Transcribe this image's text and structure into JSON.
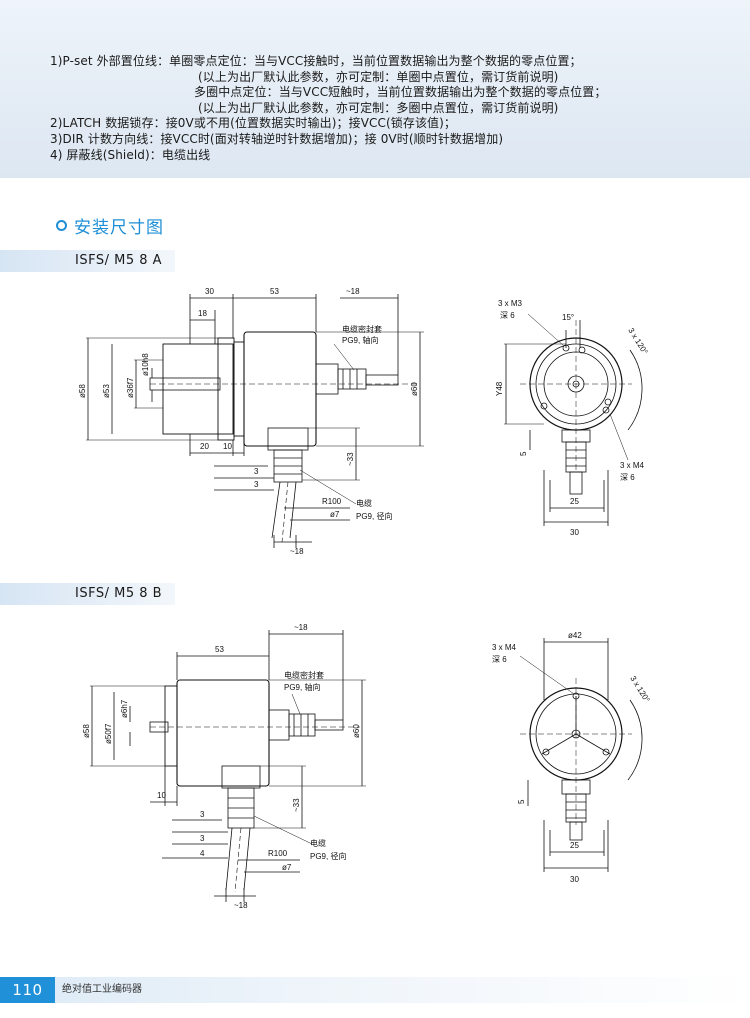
{
  "notes": [
    "1)P-set 外部置位线：单圈零点定位：当与VCC接触时，当前位置数据输出为整个数据的零点位置；",
    "(以上为出厂默认此参数，亦可定制：单圈中点置位，需订货前说明)",
    "多圈中点定位：当与VCC短触时，当前位置数据输出为整个数据的零点位置；",
    "(以上为出厂默认此参数，亦可定制：多圈中点置位，需订货前说明)",
    "2)LATCH 数据锁存：接0V或不用(位置数据实时输出)；接VCC(锁存该值)；",
    "3)DIR 计数方向线：接VCC时(面对转轴逆时针数据增加)；接 0V时(顺时针数据增加)",
    "4)   屏蔽线(Shield)：电缆出线"
  ],
  "section": {
    "title": "安装尺寸图"
  },
  "models": {
    "a": {
      "label": "ISFS/ M5 8 A",
      "side_view": {
        "dim_30": "30",
        "dim_53": "53",
        "dim_18_top": "~18",
        "dim_18_left": "18",
        "dim_58": "ø58",
        "dim_53_dia": "ø53",
        "dim_36": "ø36f7",
        "dim_10": "ø10h8",
        "dim_60": "ø60",
        "dim_20": "20",
        "dim_10_b": "10",
        "dim_3a": "3",
        "dim_3b": "3",
        "dim_33": "~33",
        "dim_r100": "R100",
        "dim_7": "ø7",
        "dim_18_bottom": "~18",
        "seal_label": "电缆密封套",
        "seal_sub": "PG9, 轴向",
        "cable_label": "电缆",
        "cable_sub": "PG9, 径向"
      },
      "front_view": {
        "m3": "3 x M3",
        "m3_depth": "深 6",
        "deg15": "15°",
        "angle": "3 x 120°",
        "y48": "Y48",
        "dim_5": "5",
        "m4": "3 x M4",
        "m4_depth": "深 6",
        "dim_25": "25",
        "dim_30": "30"
      }
    },
    "b": {
      "label": "ISFS/ M5 8 B",
      "side_view": {
        "dim_53": "53",
        "dim_18_top": "~18",
        "dim_58": "ø58",
        "dim_50": "ø50f7",
        "dim_6": "ø6h7",
        "dim_60": "ø60",
        "dim_10": "10",
        "dim_3a": "3",
        "dim_3b": "3",
        "dim_4": "4",
        "dim_33": "~33",
        "dim_r100": "R100",
        "dim_7": "ø7",
        "dim_18_bottom": "~18",
        "seal_label": "电缆密封套",
        "seal_sub": "PG9, 轴向",
        "cable_label": "电缆",
        "cable_sub": "PG9, 径向"
      },
      "front_view": {
        "dim_42": "ø42",
        "m4": "3 x M4",
        "m4_depth": "深 6",
        "angle": "3 x 120°",
        "dim_5": "5",
        "dim_25": "25",
        "dim_30": "30"
      }
    }
  },
  "footer": {
    "page_number": "110",
    "title": "绝对值工业编码器"
  },
  "colors": {
    "accent": "#1e8fd6",
    "page_box": "#2090d8"
  }
}
